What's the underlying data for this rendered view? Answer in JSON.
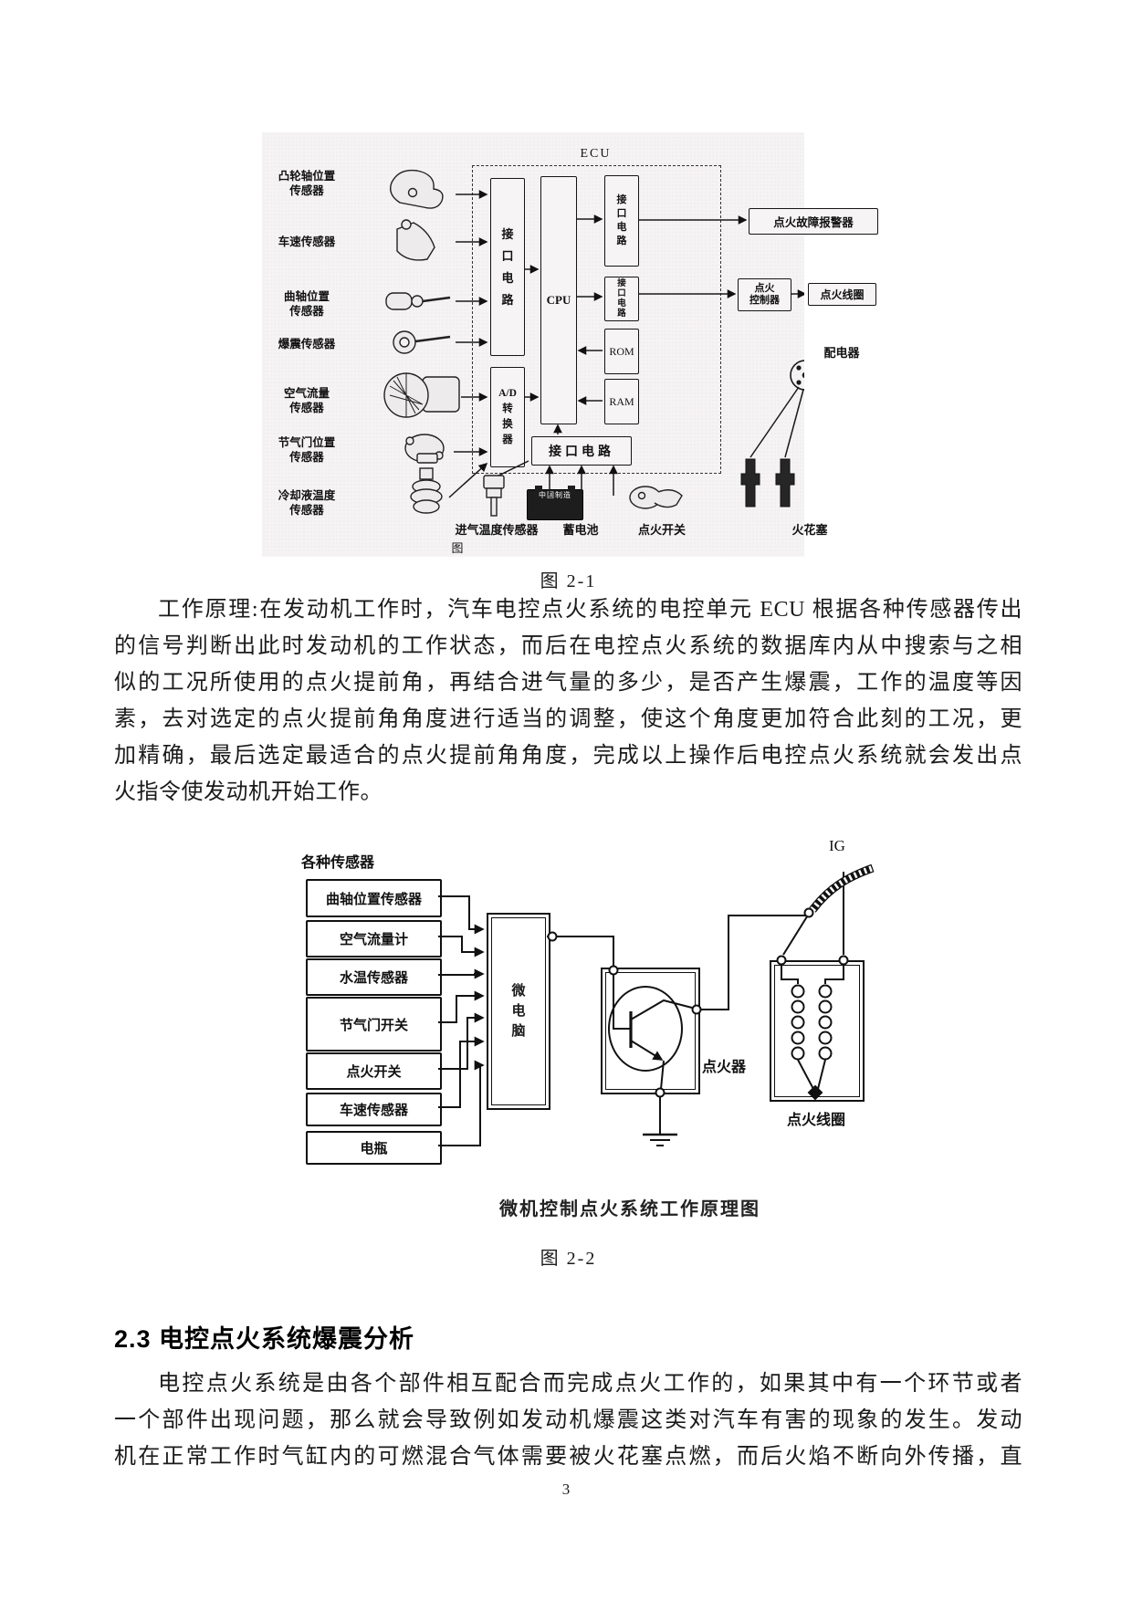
{
  "page_number": "3",
  "heading": {
    "text": "2.3 电控点火系统爆震分析"
  },
  "paragraph1": {
    "lines": [
      "工作原理:在发动机工作时，汽车电控点火系统的电控单元 ECU 根据各种传感器传出",
      "的信号判断出此时发动机的工作状态，而后在电控点火系统的数据库内从中搜索与之相",
      "似的工况所使用的点火提前角，再结合进气量的多少，是否产生爆震，工作的温度等因",
      "素，去对选定的点火提前角角度进行适当的调整，使这个角度更加符合此刻的工况，更",
      "加精确，最后选定最适合的点火提前角角度，完成以上操作后电控点火系统就会发出点",
      "火指令使发动机开始工作。"
    ]
  },
  "paragraph2": {
    "lines": [
      "电控点火系统是由各个部件相互配合而完成点火工作的，如果其中有一个环节或者",
      "一个部件出现问题，那么就会导致例如发动机爆震这类对汽车有害的现象的发生。发动",
      "机在正常工作时气缸内的可燃混合气体需要被火花塞点燃，而后火焰不断向外传播，直"
    ]
  },
  "figure1": {
    "caption": "图 2-1",
    "fig_mark": "图",
    "ecu_label": "ECU",
    "left_sensors": [
      {
        "label": "凸轮轴位置\n传感器"
      },
      {
        "label": "车速传感器"
      },
      {
        "label": "曲轴位置\n传感器"
      },
      {
        "label": "爆震传感器"
      },
      {
        "label": "空气流量\n传感器"
      },
      {
        "label": "节气门位置\n传感器"
      },
      {
        "label": "冷却液温度\n传感器"
      }
    ],
    "blocks": {
      "interface1": "接\n口\n电\n路",
      "cpu": "CPU",
      "interface2": "接\n口\n电\n路",
      "interface3": "接\n口\n电\n路",
      "rom": "ROM",
      "ram": "RAM",
      "ad": "A/D\n转\n换\n器",
      "interface_bottom": "接口电路"
    },
    "right": {
      "alarm": "点火故障报警器",
      "controller": "点火\n控制器",
      "coil": "点火线圈",
      "distributor": "配电器",
      "spark_plug": "火花塞"
    },
    "bottom": {
      "intake_temp": "进气温度传感器",
      "battery": "蓄电池",
      "battery_brand": "中国制造",
      "ignition_switch": "点火开关"
    }
  },
  "figure2": {
    "caption": "图 2-2",
    "title": "微机控制点火系统工作原理图",
    "sensors_header": "各种传感器",
    "sensor_boxes": [
      {
        "label": "曲轴位置传感器"
      },
      {
        "label": "空气流量计"
      },
      {
        "label": "水温传感器"
      },
      {
        "label": "节气门开关"
      },
      {
        "label": "点火开关"
      },
      {
        "label": "车速传感器"
      },
      {
        "label": "电瓶"
      }
    ],
    "micro": "微\n电\n脑",
    "igniter": "点火器",
    "coil": "点火线圈",
    "ig": "IG"
  }
}
